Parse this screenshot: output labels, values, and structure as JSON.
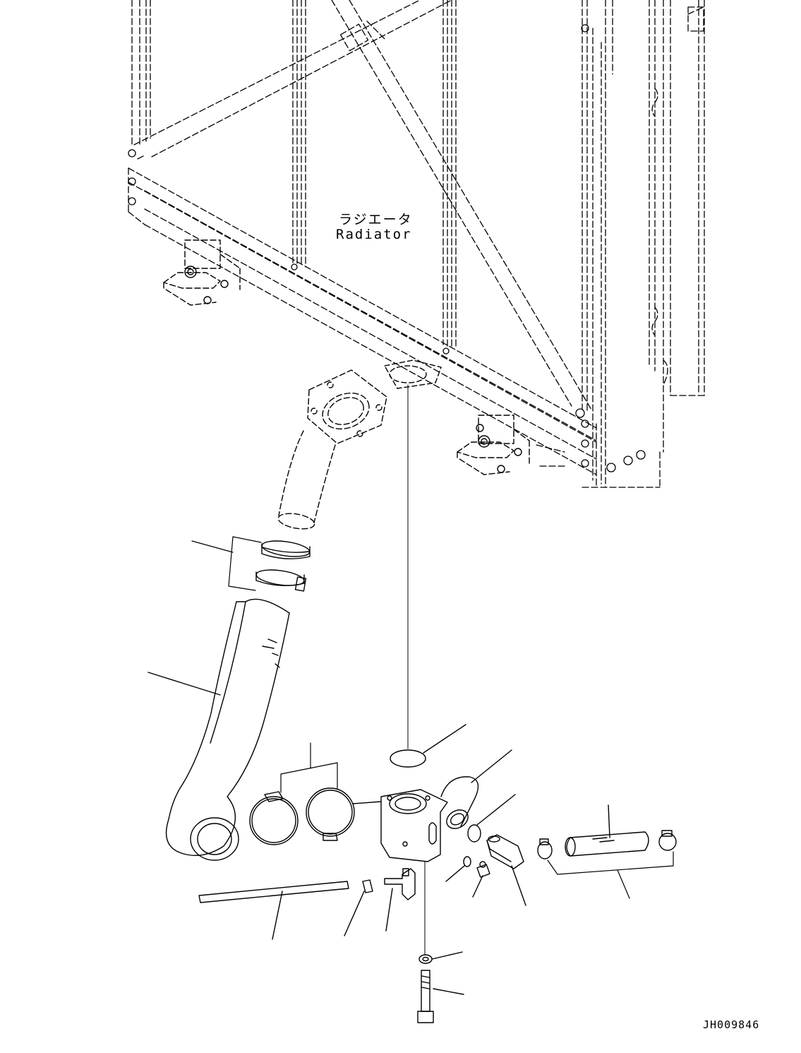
{
  "radiator_label_jp": "ラジエータ",
  "radiator_label_en": "Radiator",
  "drawing_number": "JH009846",
  "colors": {
    "line": "#000000",
    "background": "#ffffff"
  }
}
